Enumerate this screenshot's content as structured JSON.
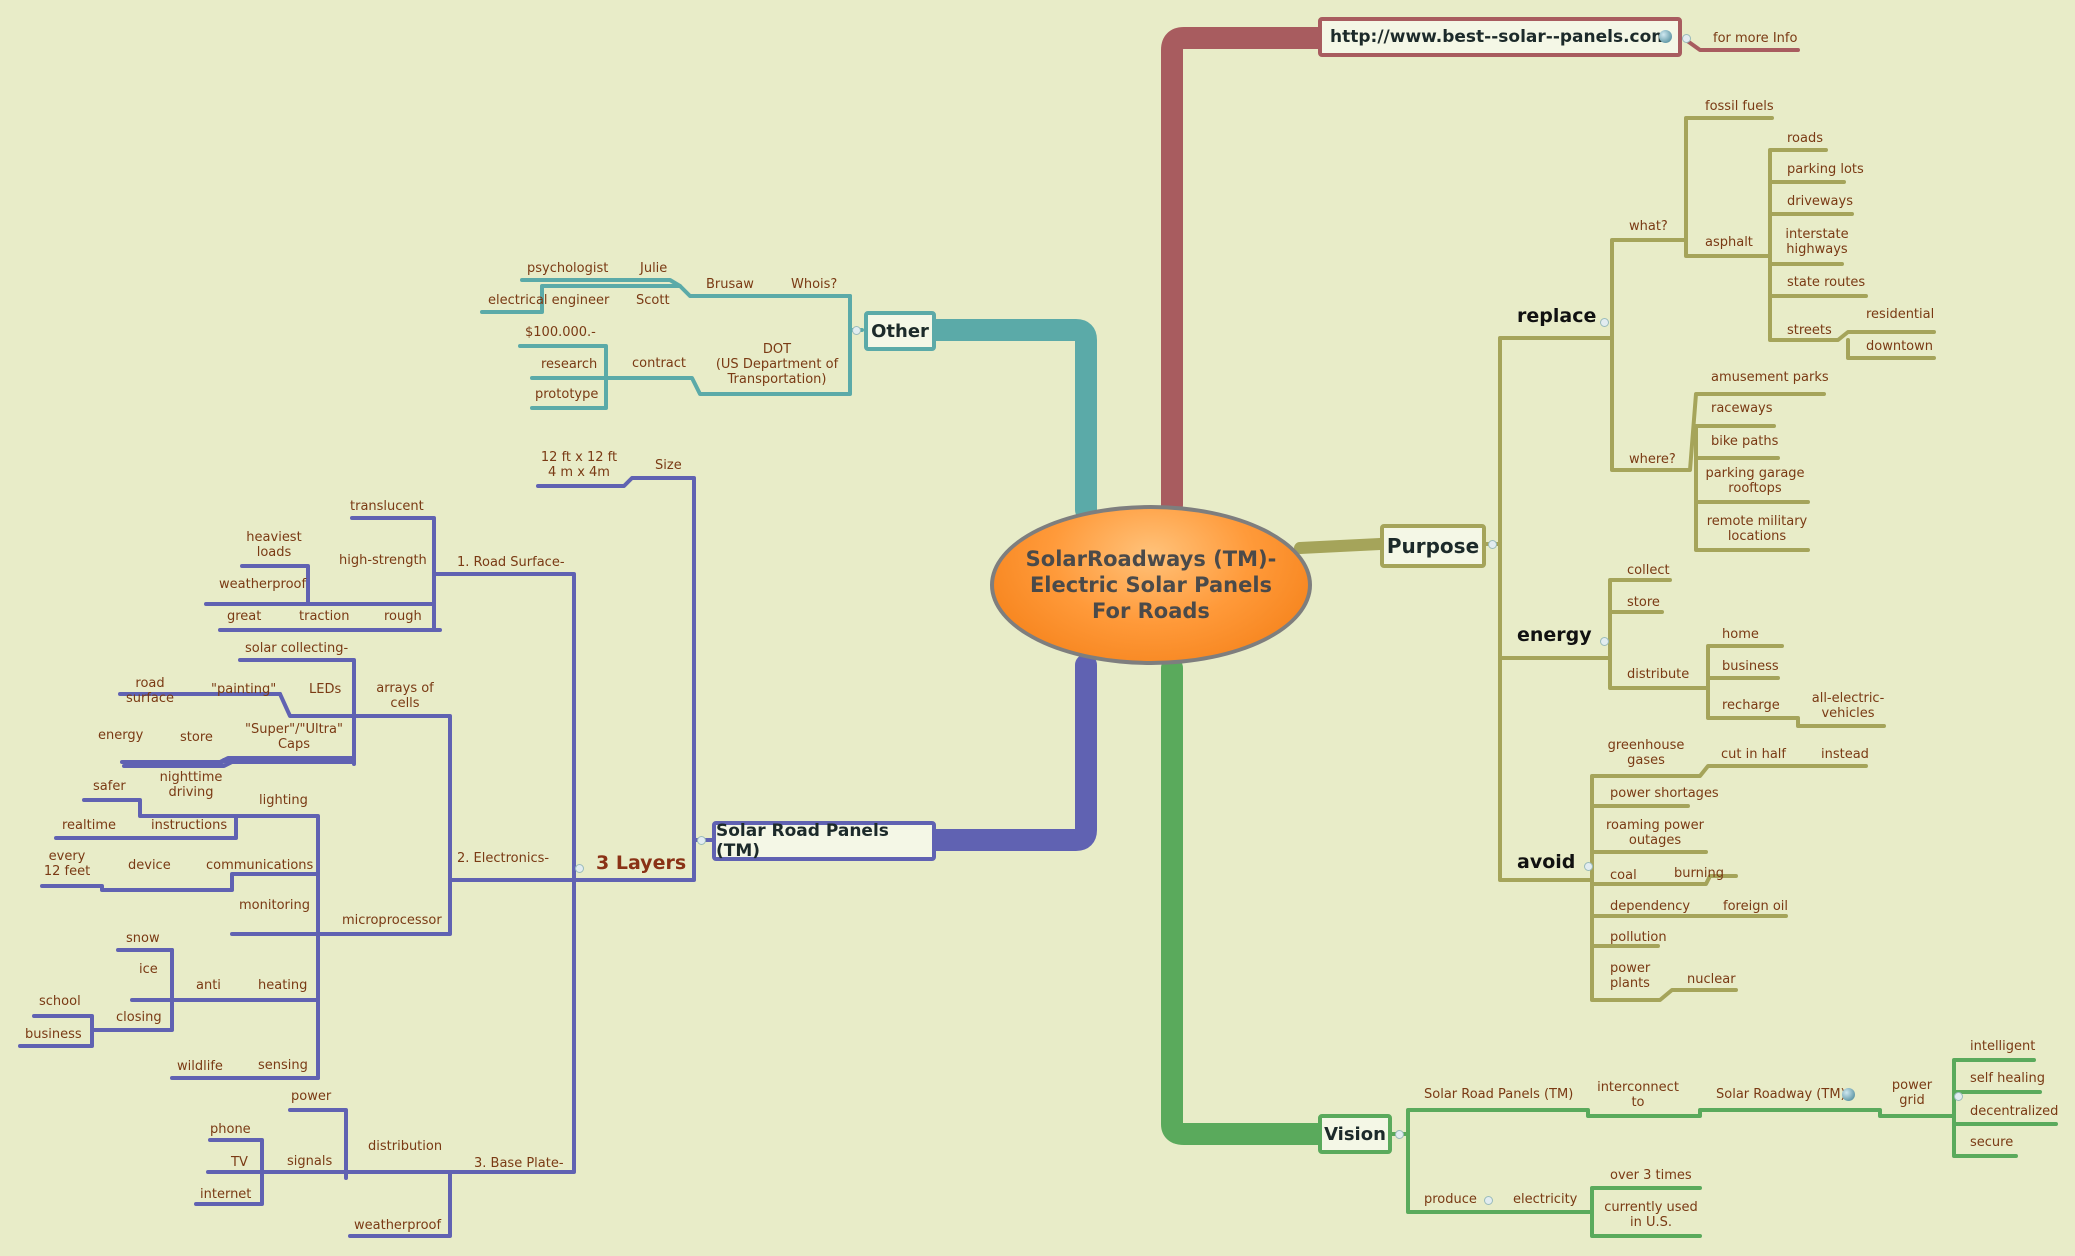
{
  "root": {
    "title": "SolarRoadways (TM)- Electric Solar Panels For Roads"
  },
  "colors": {
    "red": "#a85c5f",
    "teal": "#5baaa8",
    "purple": "#6062b2",
    "green": "#5aaa5c",
    "olive": "#a5a45a",
    "root": "#ff9a3a",
    "background": "#e8ecc8"
  },
  "website": {
    "url": "http://www.best--solar--panels.com",
    "note": "for more Info",
    "icon": "globe-icon"
  },
  "other": {
    "label": "Other",
    "whois": "Whois?",
    "brusaw": "Brusaw",
    "julie": "Julie",
    "psychologist": "psychologist",
    "scott": "Scott",
    "engineer": "electrical engineer",
    "dot": "DOT\n(US Department of\nTransportation)",
    "contract": "contract",
    "amount": "$100.000.-",
    "research": "research",
    "prototype": "prototype"
  },
  "srp": {
    "label": "Solar Road Panels (TM)",
    "layers": "3 Layers",
    "size": "Size",
    "size_val": "12 ft x 12 ft\n4 m x 4m",
    "road_surface": "1. Road Surface-",
    "translucent": "translucent",
    "high_strength": "high-strength",
    "heaviest_loads": "heaviest\nloads",
    "weatherproof": "weatherproof",
    "rough": "rough",
    "traction": "traction",
    "great": "great",
    "electronics": "2. Electronics-",
    "arrays": "arrays of\ncells",
    "solar_collecting": "solar collecting-",
    "leds": "LEDs",
    "painting": "\"painting\"",
    "road_surface_leaf": "road\nsurface",
    "caps": "\"Super\"/\"Ultra\"\nCaps",
    "store": "store",
    "energy": "energy",
    "microprocessor": "microprocessor",
    "lighting": "lighting",
    "nighttime": "nighttime\ndriving",
    "safer": "safer",
    "instructions": "instructions",
    "realtime": "realtime",
    "communications": "communications",
    "device": "device",
    "every": "every\n12 feet",
    "monitoring": "monitoring",
    "heating": "heating",
    "anti": "anti",
    "snow": "snow",
    "ice": "ice",
    "closing": "closing",
    "school": "school",
    "business": "business",
    "sensing": "sensing",
    "wildlife": "wildlife",
    "base_plate": "3. Base Plate-",
    "distribution": "distribution",
    "power": "power",
    "signals": "signals",
    "phone": "phone",
    "tv": "TV",
    "internet": "internet",
    "weatherproof2": "weatherproof"
  },
  "purpose": {
    "label": "Purpose",
    "replace": "replace",
    "what": "what?",
    "fossil": "fossil fuels",
    "asphalt": "asphalt",
    "roads": "roads",
    "parking": "parking lots",
    "driveways": "driveways",
    "interstate": "interstate\nhighways",
    "state_routes": "state routes",
    "streets": "streets",
    "residential": "residential",
    "downtown": "downtown",
    "where": "where?",
    "amusement": "amusement parks",
    "raceways": "raceways",
    "bike": "bike paths",
    "garage": "parking garage\nrooftops",
    "military": "remote military\nlocations",
    "energy": "energy",
    "collect": "collect",
    "store": "store",
    "distribute": "distribute",
    "home": "home",
    "business": "business",
    "recharge": "recharge",
    "ev": "all-electric-\nvehicles",
    "avoid": "avoid",
    "greenhouse": "greenhouse\ngases",
    "cut": "cut in half",
    "instead": "instead",
    "shortages": "power shortages",
    "outages": "roaming power\noutages",
    "coal": "coal",
    "burning": "burning",
    "dependency": "dependency",
    "foreign": "foreign oil",
    "pollution": "pollution",
    "plants": "power\nplants",
    "nuclear": "nuclear"
  },
  "vision": {
    "label": "Vision",
    "srp": "Solar Road Panels (TM)",
    "interconnect": "interconnect\nto",
    "roadway": "Solar Roadway (TM)",
    "grid": "power\ngrid",
    "intelligent": "intelligent",
    "healing": "self healing",
    "decentralized": "decentralized",
    "secure": "secure",
    "produce": "produce",
    "electricity": "electricity",
    "over3": "over 3 times",
    "currently": "currently used\nin U.S."
  }
}
